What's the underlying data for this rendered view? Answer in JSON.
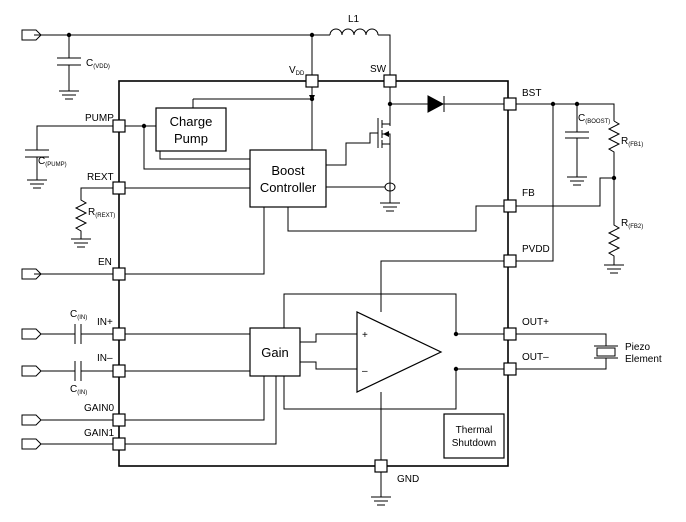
{
  "pins": {
    "vdd": "V",
    "vdd_sub": "DD",
    "sw": "SW",
    "bst": "BST",
    "pump": "PUMP",
    "rext": "REXT",
    "en": "EN",
    "fb": "FB",
    "pvdd": "PVDD",
    "in_plus": "IN+",
    "in_minus": "IN–",
    "out_plus": "OUT+",
    "out_minus": "OUT–",
    "gain0": "GAIN0",
    "gain1": "GAIN1",
    "gnd": "GND"
  },
  "blocks": {
    "charge_pump_line1": "Charge",
    "charge_pump_line2": "Pump",
    "boost_line1": "Boost",
    "boost_line2": "Controller",
    "gain": "Gain",
    "thermal_line1": "Thermal",
    "thermal_line2": "Shutdown"
  },
  "components": {
    "inductor": "L1",
    "c_vdd": "C",
    "c_vdd_sub": "(VDD)",
    "c_pump": "C",
    "c_pump_sub": "(PUMP)",
    "r_ext": "R",
    "r_ext_sub": "(REXT)",
    "c_boost": "C",
    "c_boost_sub": "(BOOST)",
    "r_fb1": "R",
    "r_fb1_sub": "(FB1)",
    "r_fb2": "R",
    "r_fb2_sub": "(FB2)",
    "c_in_top": "C",
    "c_in_top_sub": "(IN)",
    "c_in_bottom": "C",
    "c_in_bottom_sub": "(IN)",
    "piezo_line1": "Piezo",
    "piezo_line2": "Element"
  },
  "amp": {
    "plus": "+",
    "minus": "–"
  }
}
